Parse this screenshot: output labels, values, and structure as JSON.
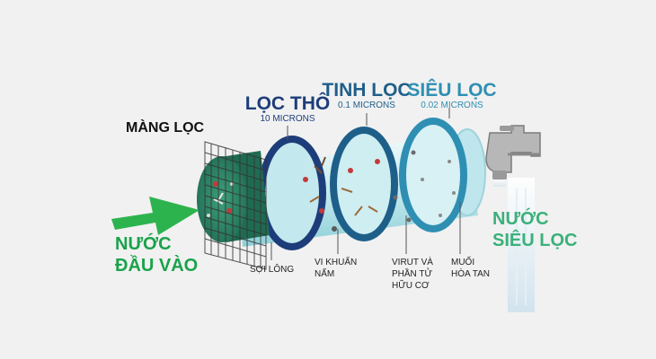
{
  "membrane_label": "MÀNG LỌC",
  "stages": [
    {
      "title": "LỌC THÔ",
      "size": "10 MICRONS"
    },
    {
      "title": "TINH LỌC",
      "size": "0.1 MICRONS"
    },
    {
      "title": "SIÊU LỌC",
      "size": "0.02 MICRONS"
    }
  ],
  "inlet": {
    "line1": "NƯỚC",
    "line2": "ĐẦU VÀO"
  },
  "outlet": {
    "line1": "NƯỚC",
    "line2": "SIÊU LỌC"
  },
  "contaminants": [
    {
      "lines": [
        "SỢI LÔNG"
      ]
    },
    {
      "lines": [
        "VI KHUẨN",
        "NẤM"
      ]
    },
    {
      "lines": [
        "VIRUT VÀ",
        "PHẦN TỬ",
        "HỮU CƠ"
      ]
    },
    {
      "lines": [
        "MUỐI",
        "HÒA TAN"
      ]
    }
  ],
  "colors": {
    "stage1": "#1d3d7a",
    "stage2": "#1e5f8a",
    "stage3": "#2f8fb3",
    "green": "#1aa24b",
    "outlet_green": "#3bb07a",
    "arrow_green": "#2db34e"
  },
  "icons": [
    "faucet-icon",
    "mesh-grid-icon",
    "inlet-arrow-icon"
  ]
}
